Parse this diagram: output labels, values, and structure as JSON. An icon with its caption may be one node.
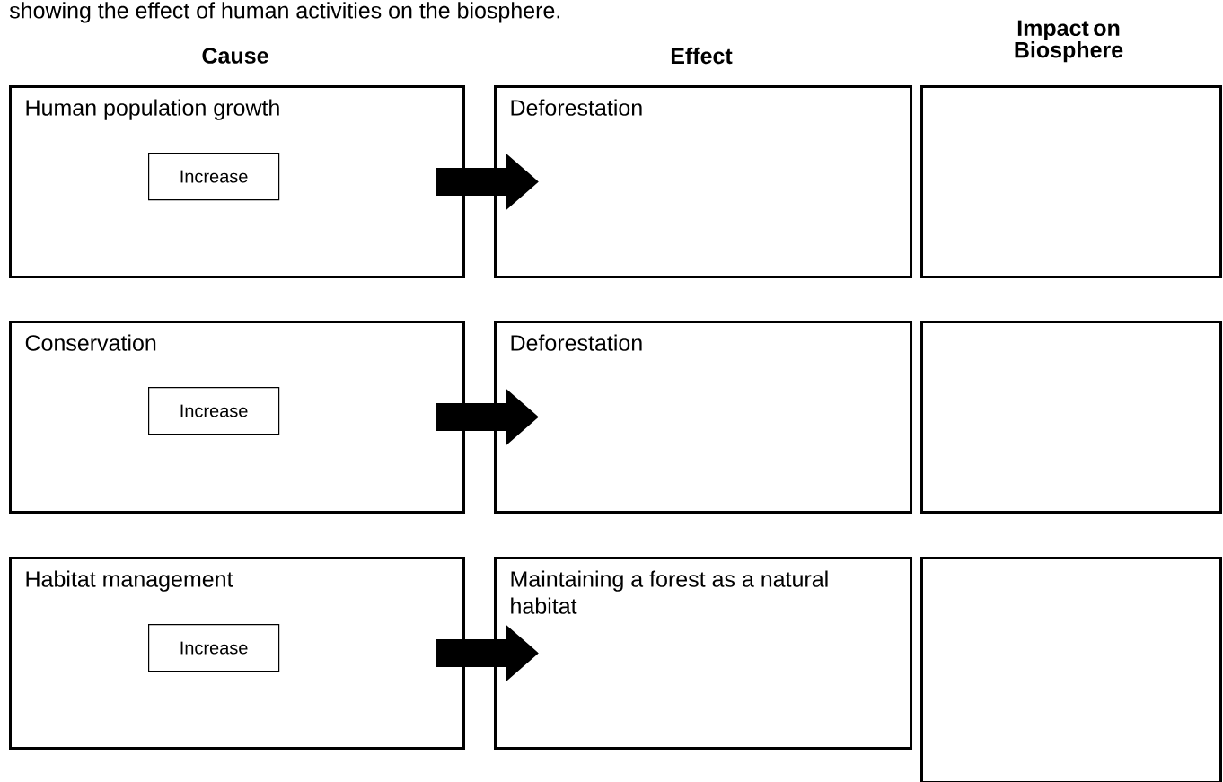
{
  "diagram": {
    "nodes": [
      {
        "text": [
          "Human population growth"
        ]
      },
      {
        "text": [
          "Increase"
        ],
        "in": 0
      },
      {
        "text": [
          "Deforestation"
        ]
      },
      {
        "text": [],
        "shape": "box"
      },
      {
        "text": [
          "Conservation"
        ]
      },
      {
        "text": [
          "Increase"
        ],
        "in": 4
      },
      {
        "text": [
          "Deforestation"
        ]
      },
      {
        "text": [],
        "shape": "box"
      },
      {
        "text": [
          "Habitat management"
        ]
      },
      {
        "text": [
          "Increase"
        ],
        "in": 8
      },
      {
        "text": [
          "Maintaining a forest as a natural habitat"
        ]
      },
      {
        "text": [],
        "shape": "box"
      }
    ],
    "edges": [
      {
        "from": 0,
        "to": 2,
        "arrow": "to"
      },
      {
        "from": 4,
        "to": 6,
        "arrow": "to"
      },
      {
        "from": 8,
        "to": 10,
        "arrow": "to"
      }
    ],
    "labels": [
      "showing the effect of human activities on the biosphere.",
      "Cause",
      "Effect",
      "Impact on Biosphere"
    ]
  }
}
